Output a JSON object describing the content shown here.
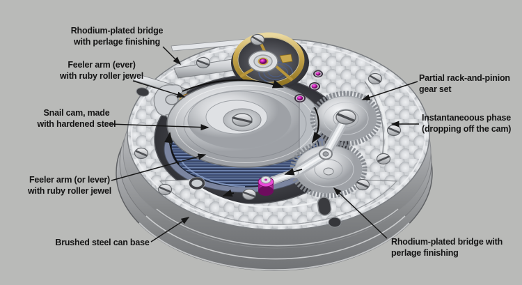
{
  "colors": {
    "background": "#b9bab8",
    "ink": "#161616",
    "steel_light": "#eef0f2",
    "steel_mid": "#c7c9cb",
    "steel_dark": "#7d8085",
    "gold": "#c9a84e",
    "ruby": "#d02cbe",
    "coil_blue": "#44527a"
  },
  "annotations": [
    {
      "id": "bridge-top-left",
      "lines": [
        "Rhodium-plated bridge",
        "with perlage finishing"
      ]
    },
    {
      "id": "feeler-arm-upper",
      "lines": [
        "Feeler arm (ever)",
        "with ruby roller jewel"
      ]
    },
    {
      "id": "snail-cam",
      "lines": [
        "Snail cam, made",
        "with hardened steel"
      ]
    },
    {
      "id": "feeler-arm-lower",
      "lines": [
        "Feeler arm (or lever)",
        "with ruby roller jewel"
      ]
    },
    {
      "id": "can-base",
      "lines": [
        "Brushed steel can base"
      ]
    },
    {
      "id": "rack-pinion",
      "lines": [
        "Partial rack-and-pinion",
        "gear set"
      ]
    },
    {
      "id": "instantaneous-phase",
      "lines": [
        "Instantaneoous phase",
        "(dropping off the cam)"
      ]
    },
    {
      "id": "bridge-bottom-right",
      "lines": [
        "Rhodium-plated bridge with",
        "perlage finishing"
      ]
    }
  ]
}
